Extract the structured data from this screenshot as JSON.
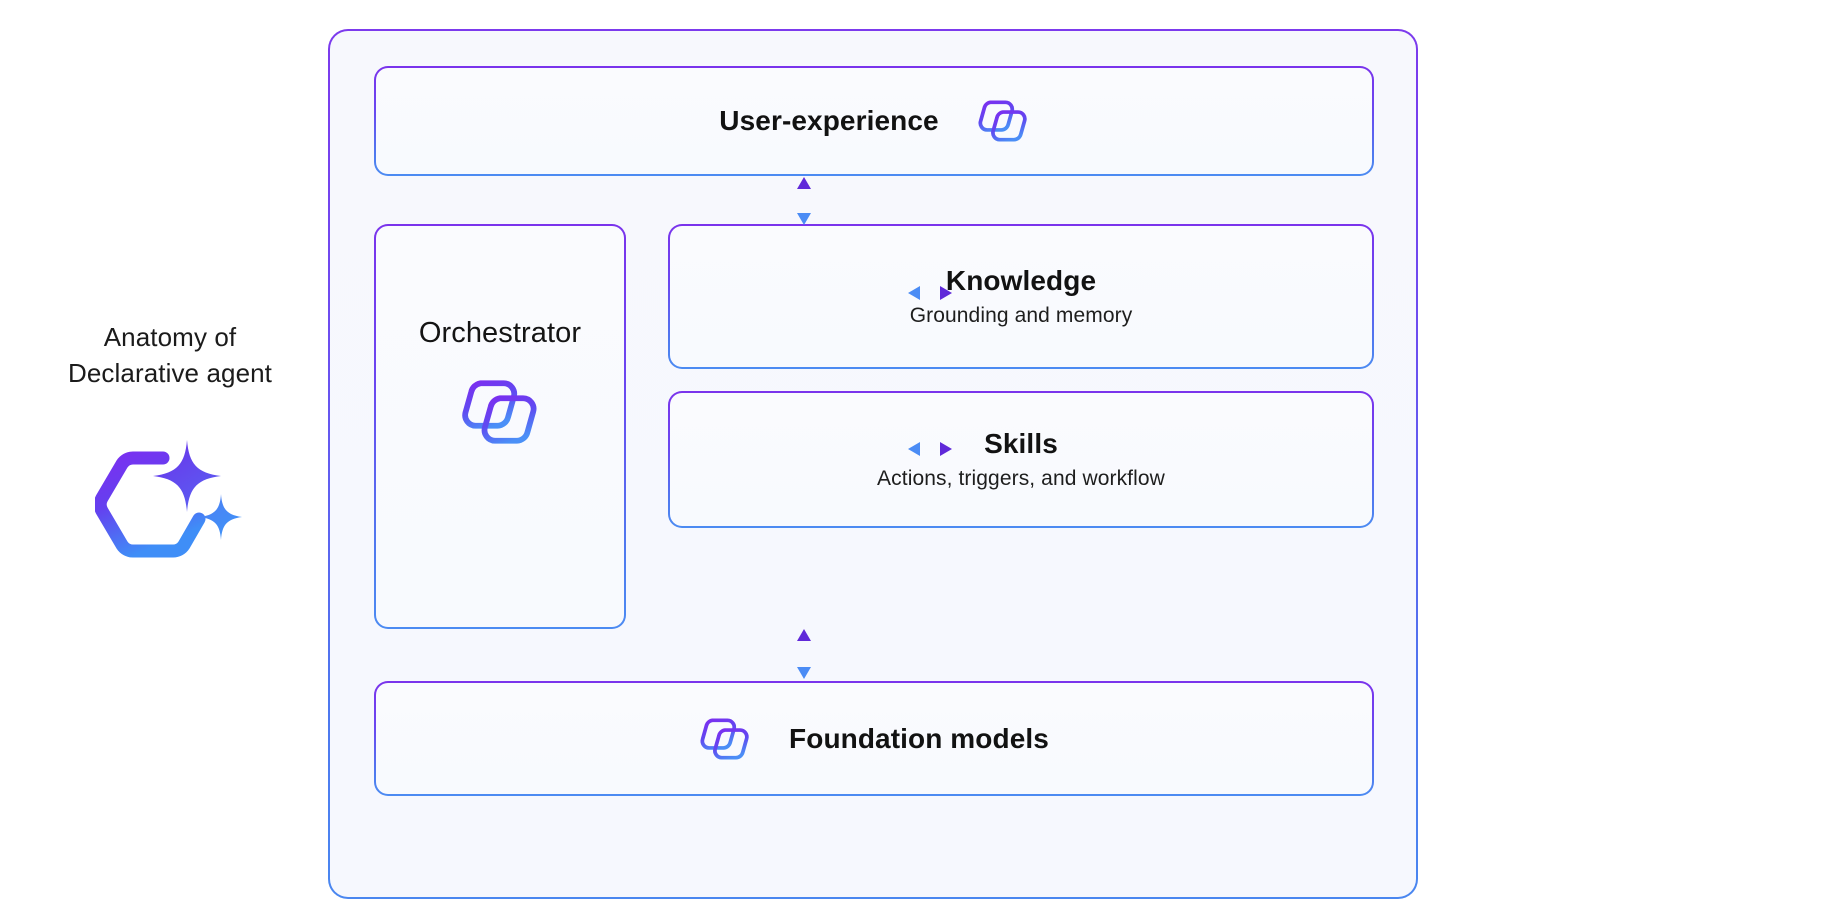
{
  "caption": {
    "line1": "Anatomy of",
    "line2": "Declarative agent",
    "icon": "agent-sparkle-hexagon-icon"
  },
  "diagram": {
    "title": "Anatomy of Declarative agent",
    "cards": {
      "user_experience": {
        "label": "User-experience",
        "icon": "copilot-icon"
      },
      "orchestrator": {
        "label": "Orchestrator",
        "icon": "copilot-icon"
      },
      "knowledge": {
        "label": "Knowledge",
        "subtitle": "Grounding and memory"
      },
      "skills": {
        "label": "Skills",
        "subtitle": "Actions, triggers, and workflow"
      },
      "foundation_models": {
        "label": "Foundation models",
        "icon": "copilot-icon"
      }
    },
    "connectors": [
      {
        "name": "orchestrator-to-user-experience",
        "direction": "vertical",
        "bidirectional": true
      },
      {
        "name": "orchestrator-to-foundation-models",
        "direction": "vertical",
        "bidirectional": true
      },
      {
        "name": "orchestrator-to-knowledge",
        "direction": "horizontal",
        "bidirectional": true
      },
      {
        "name": "orchestrator-to-skills",
        "direction": "horizontal",
        "bidirectional": true
      }
    ]
  },
  "colors": {
    "gradient_purple": "#7c3aed",
    "gradient_blue": "#4a87f0",
    "arrow_purple": "#6029d9",
    "arrow_blue": "#4b8cf5",
    "card_background": "#f9fafe",
    "frame_background": "#f7f8fd",
    "text_primary": "#121212",
    "page_background": "#ffffff"
  }
}
